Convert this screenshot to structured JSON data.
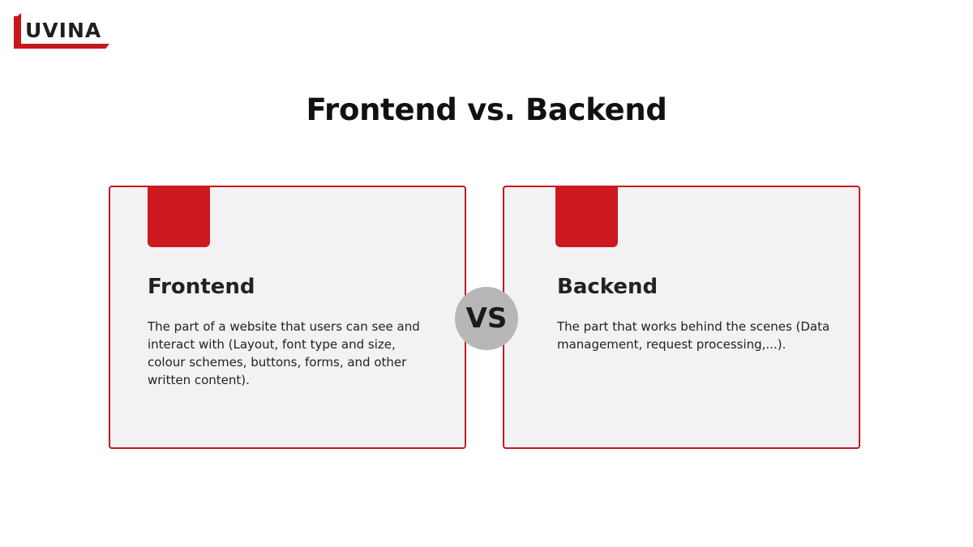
{
  "logo": {
    "text": "UVINA",
    "brand_color": "#c8161d"
  },
  "title": "Frontend vs. Backend",
  "vs_label": "VS",
  "cards": [
    {
      "heading": "Frontend",
      "description": "The part of a website that users can see and interact with (Layout, font type and size, colour schemes, buttons, forms, and other written content)."
    },
    {
      "heading": "Backend",
      "description": "The part that works behind the scenes (Data management, request processing,...)."
    }
  ],
  "colors": {
    "accent": "#cd1a20",
    "card_bg": "#f2f2f2",
    "vs_circle": "#b7b7b7"
  }
}
